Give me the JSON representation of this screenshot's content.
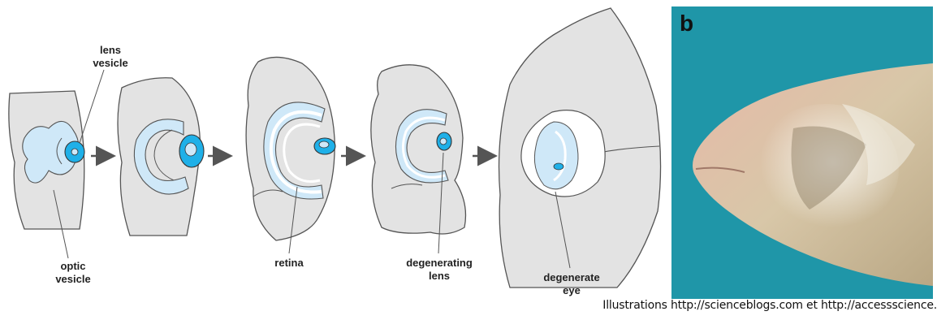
{
  "labels": {
    "lens_vesicle_1": "lens",
    "lens_vesicle_2": "vesicle",
    "optic_vesicle_1": "optic",
    "optic_vesicle_2": "vesicle",
    "retina": "retina",
    "degenerating_lens_1": "degenerating",
    "degenerating_lens_2": "lens",
    "degenerate_eye_1": "degenerate",
    "degenerate_eye_2": "eye"
  },
  "photo": {
    "panel_letter": "b"
  },
  "caption": "Illustrations http://scienceblogs.com et http://accessscience.",
  "colors": {
    "tissue_gray": "#e3e3e3",
    "light_blue": "#cfe8f8",
    "lens_blue": "#1fb0e8",
    "photo_bg": "#1f96a8",
    "outline": "#555555"
  }
}
